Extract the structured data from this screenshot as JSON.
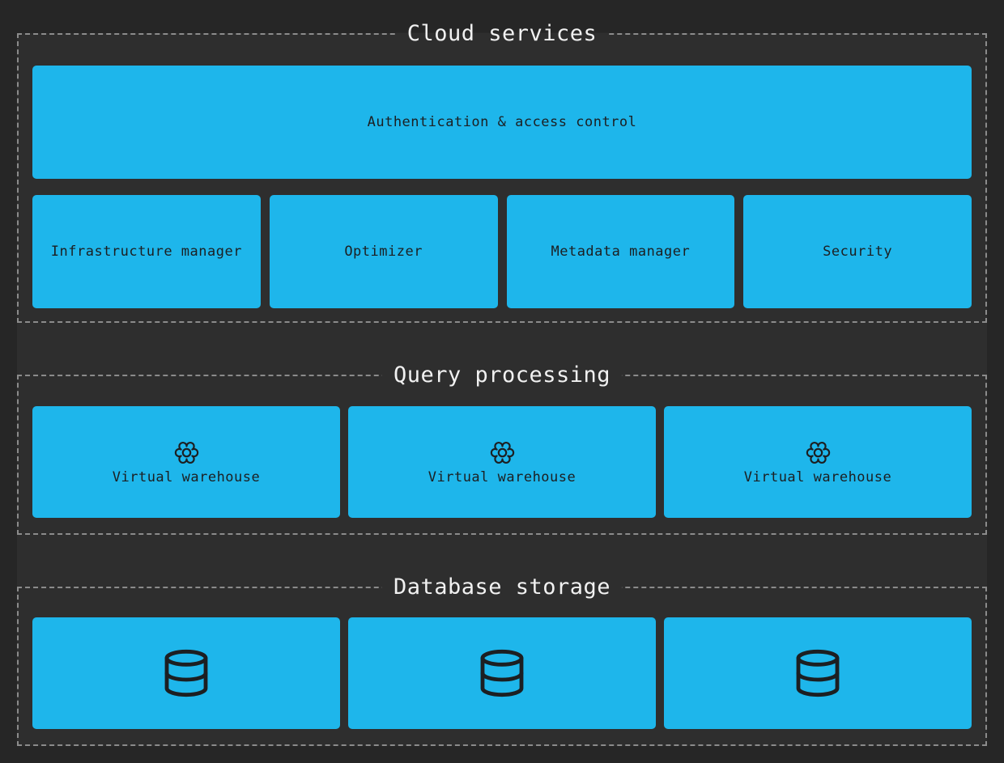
{
  "colors": {
    "page_bg": "#262626",
    "canvas_bg": "#2e2e2e",
    "accent": "#1eb6eb",
    "node_text": "#1c1f22",
    "title_text": "#f1f1f1",
    "dash": "#8b8b8b"
  },
  "diagram": {
    "sections": {
      "cloud": {
        "title": "Cloud services",
        "auth_label": "Authentication & access control",
        "boxes": [
          "Infrastructure manager",
          "Optimizer",
          "Metadata manager",
          "Security"
        ]
      },
      "query": {
        "title": "Query processing",
        "warehouses": [
          {
            "icon": "gear-icon",
            "label": "Virtual warehouse"
          },
          {
            "icon": "gear-icon",
            "label": "Virtual warehouse"
          },
          {
            "icon": "gear-icon",
            "label": "Virtual warehouse"
          }
        ]
      },
      "storage": {
        "title": "Database storage",
        "databases": [
          {
            "icon": "database-icon"
          },
          {
            "icon": "database-icon"
          },
          {
            "icon": "database-icon"
          }
        ]
      }
    }
  }
}
